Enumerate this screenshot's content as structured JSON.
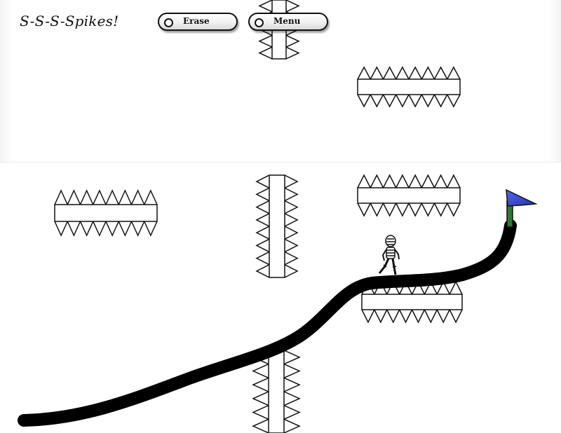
{
  "level": {
    "title": "S-S-S-Spikes!"
  },
  "hud": {
    "erase_label": "Erase",
    "menu_label": "Menu"
  },
  "icons": {
    "button_knob": "circle-knob-icon",
    "goal": "blue-flag-icon",
    "hazard": "spike-icon",
    "player": "stick-figure-icon"
  },
  "colors": {
    "background": "#ffffff",
    "ink": "#111111",
    "drawn_line": "#000000",
    "flag": "#3344cc",
    "flag_pole": "#2f7a2f"
  }
}
